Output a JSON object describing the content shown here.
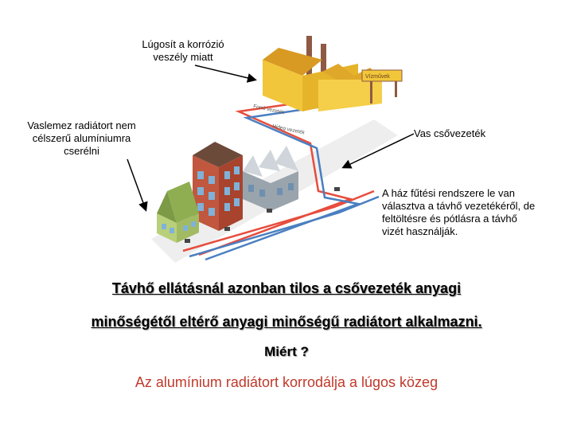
{
  "callouts": {
    "lugosit": "Lúgosít a korrózió veszély miatt",
    "vaslemez": "Vaslemez radiátort nem célszerű alumíniumra cserélni",
    "vascso": "Vas csővezeték",
    "haz": "A ház fűtési rendszere le van választva a távhő vezetékéről, de feltöltésre és pótlásra a távhő vizét használják."
  },
  "illustration": {
    "sign": "Vízművek",
    "pipe_label_1": "Forró vezeték",
    "pipe_label_2": "Hideg vezeték"
  },
  "body": {
    "line1": "Távhő ellátásnál azonban tilos a csővezeték anyagi",
    "line2": "minőségétől eltérő anyagi minőségű radiátort alkalmazni.",
    "question": "Miért ?",
    "answer": "Az alumínium radiátort korrodálja a lúgos közeg"
  },
  "colors": {
    "hot_pipe": "#e74c3c",
    "cold_pipe": "#4a7fc1",
    "answer": "#c0392b"
  }
}
